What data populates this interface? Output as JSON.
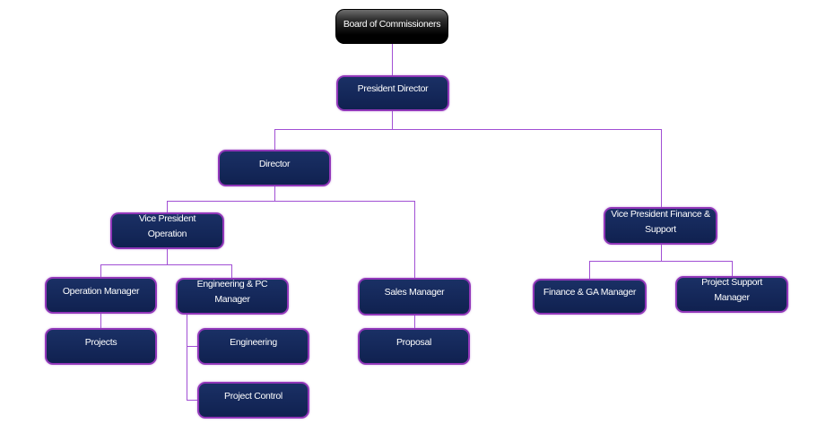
{
  "diagram_type": "org-chart",
  "colors": {
    "node_fill_top": "#1a3065",
    "node_fill_bottom": "#102150",
    "node_border": "#9137b9",
    "connector": "#a14fd4",
    "root_fill_top": "#6e6e6e",
    "root_fill_bottom": "#000000",
    "text": "#ffffff",
    "background": "#ffffff"
  },
  "nodes": {
    "board": {
      "label": "Board of Commissioners",
      "reports_to": null
    },
    "president": {
      "label": "President Director",
      "reports_to": "Board of Commissioners"
    },
    "director": {
      "label": "Director",
      "reports_to": "President Director"
    },
    "vp_operation": {
      "label": "Vice President\nOperation",
      "reports_to": "Director"
    },
    "vp_finance": {
      "label": "Vice President Finance &\nSupport",
      "reports_to": "President Director"
    },
    "operation_manager": {
      "label": "Operation Manager",
      "reports_to": "Vice President Operation"
    },
    "eng_pc_manager": {
      "label": "Engineering & PC\nManager",
      "reports_to": "Vice President Operation"
    },
    "sales_manager": {
      "label": "Sales Manager",
      "reports_to": "Director"
    },
    "finance_ga_manager": {
      "label": "Finance & GA Manager",
      "reports_to": "Vice President Finance & Support"
    },
    "project_support_manager": {
      "label": "Project Support\nManager",
      "reports_to": "Vice President Finance & Support"
    },
    "projects": {
      "label": "Projects",
      "reports_to": "Operation Manager"
    },
    "engineering": {
      "label": "Engineering",
      "reports_to": "Engineering & PC Manager"
    },
    "project_control": {
      "label": "Project Control",
      "reports_to": "Engineering & PC Manager"
    },
    "proposal": {
      "label": "Proposal",
      "reports_to": "Sales Manager"
    }
  }
}
